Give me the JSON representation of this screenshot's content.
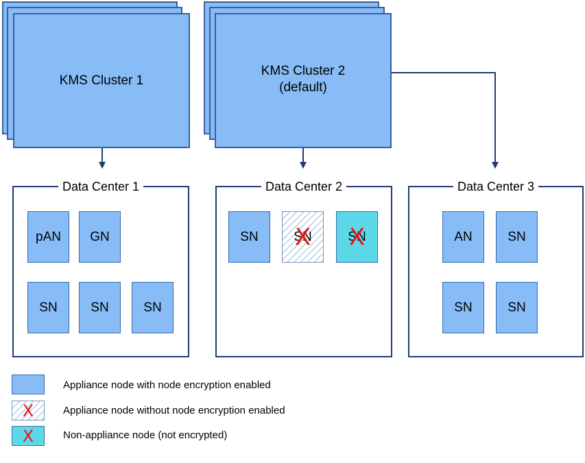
{
  "clusters": [
    {
      "name": "KMS Cluster 1",
      "sub": ""
    },
    {
      "name": "KMS Cluster 2",
      "sub": "(default)"
    }
  ],
  "data_centers": [
    {
      "title": "Data Center 1",
      "nodes": [
        "pAN",
        "GN",
        "SN",
        "SN",
        "SN"
      ]
    },
    {
      "title": "Data Center 2",
      "nodes": [
        "SN",
        "SN",
        "SN"
      ]
    },
    {
      "title": "Data Center 3",
      "nodes": [
        "AN",
        "SN",
        "SN",
        "SN"
      ]
    }
  ],
  "legend": [
    {
      "label": "Appliance node with node encryption enabled",
      "mark": ""
    },
    {
      "label": "Appliance node without node encryption enabled",
      "mark": "X"
    },
    {
      "label": "Non-appliance node (not encrypted)",
      "mark": "X"
    }
  ],
  "node_marks": {
    "dc2_node2": "X",
    "dc2_node3": "X"
  },
  "colors": {
    "appliance_encrypted": "#87bcf7",
    "non_appliance": "#5cd8e8",
    "x_mark": "#e8141a",
    "border": "#1f3a72",
    "arrow": "#1f3a72"
  }
}
